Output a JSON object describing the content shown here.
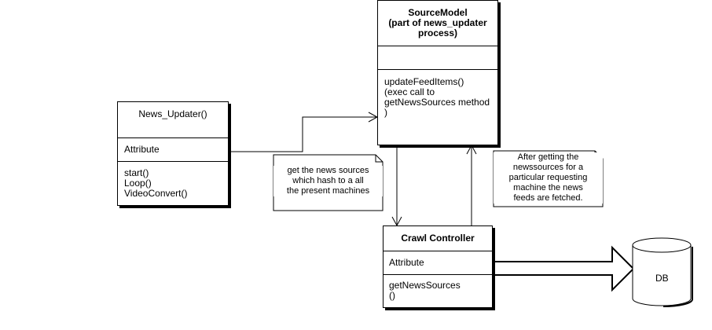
{
  "source_model": {
    "title": "SourceModel\n(part of news_updater\nprocess)",
    "operations": "updateFeedItems()\n(exec call to\ngetNewsSources method\n)"
  },
  "news_updater": {
    "title": "News_Updater()",
    "attribute": "Attribute",
    "operations": "start()\nLoop()\nVideoConvert()"
  },
  "crawl_controller": {
    "title": "Crawl Controller",
    "attribute": "Attribute",
    "operations": "getNewsSources\n()"
  },
  "note_left": {
    "text": "get the news sources\nwhich hash to a all\nthe present machines"
  },
  "note_right": {
    "text": "After getting the\nnewssources for a\nparticular requesting\nmachine the news\nfeeds are fetched."
  },
  "db": {
    "label": "DB"
  }
}
